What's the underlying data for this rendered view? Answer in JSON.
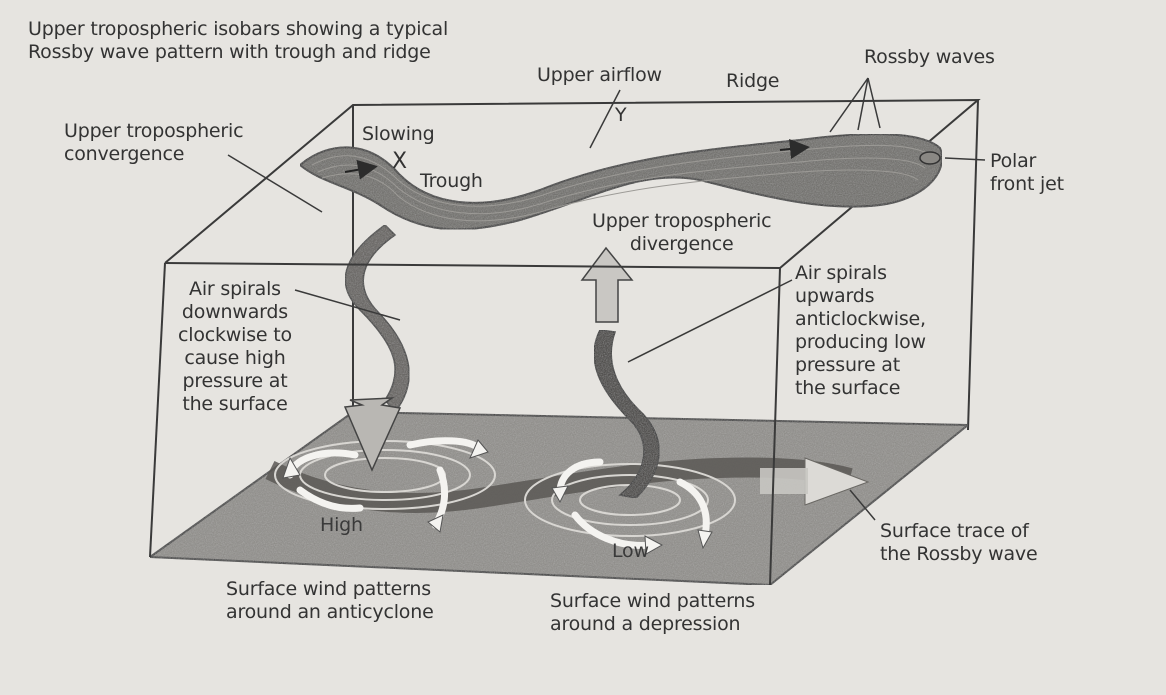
{
  "labels": {
    "upper_isobars": [
      "Upper tropospheric isobars showing a typical",
      "Rossby wave pattern with trough and ridge"
    ],
    "upper_airflow": "Upper airflow",
    "ridge": "Ridge",
    "rossby_waves": "Rossby waves",
    "upper_convergence": [
      "Upper tropospheric",
      "convergence"
    ],
    "slowing": "Slowing",
    "trough_marker": "X",
    "trough": "Trough",
    "ridge_marker": "Y",
    "polar_front_jet": [
      "Polar",
      "front jet"
    ],
    "upper_divergence": [
      "Upper tropospheric",
      "divergence"
    ],
    "air_spirals_down": [
      "Air spirals",
      "downwards",
      "clockwise to",
      "cause high",
      "pressure at",
      "the surface"
    ],
    "air_spirals_up": [
      "Air spirals",
      "upwards",
      "anticlockwise,",
      "producing low",
      "pressure at",
      "the surface"
    ],
    "high": "High",
    "low": "Low",
    "surface_trace": [
      "Surface trace of",
      "the Rossby wave"
    ],
    "anticyclone_caption": [
      "Surface wind patterns",
      "around an anticyclone"
    ],
    "depression_caption": [
      "Surface wind patterns",
      "around a depression"
    ]
  },
  "colors": {
    "background": "#e6e4e0",
    "line": "#3a3a3a",
    "surface": "#8c8a86",
    "jet_band": "#6a6864",
    "descending_spiral": "#5d5b58",
    "ascending_spiral": "#3c3a38",
    "arrow_light": "#f2f1ee"
  }
}
